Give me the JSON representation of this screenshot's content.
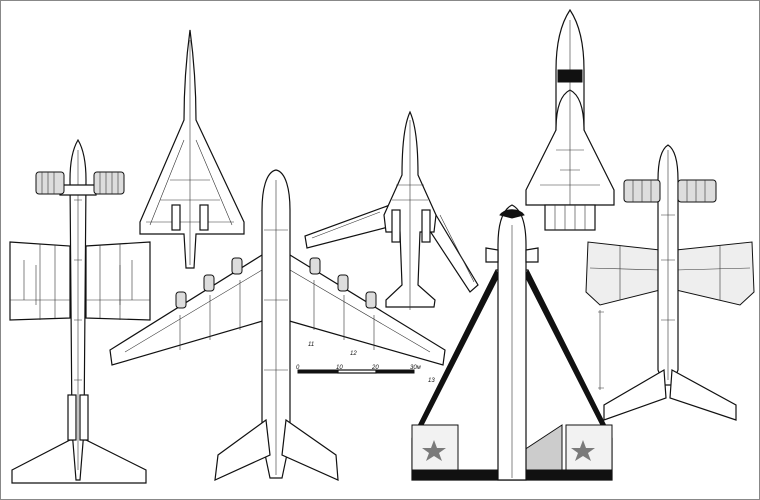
{
  "figure": {
    "scale_bar": {
      "labels": [
        "0",
        "10",
        "20",
        "30м"
      ]
    },
    "section_markers": [
      "11",
      "12",
      "13"
    ]
  },
  "colors": {
    "ink": "#111111",
    "background": "#ffffff",
    "star": "#7a7a7a"
  }
}
